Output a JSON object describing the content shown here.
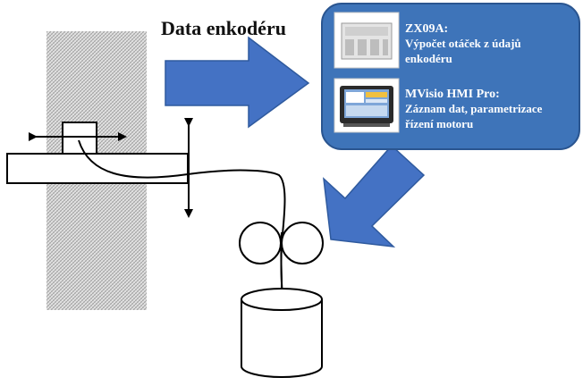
{
  "diagram": {
    "heading": "Data enkodéru",
    "devices": [
      {
        "name": "ZX09A:",
        "desc_line1": "Výpočet otáček z údajů",
        "desc_line2": "enkodéru"
      },
      {
        "name": "MVisio HMI Pro:",
        "desc_line1": "Záznam dat, parametrizace",
        "desc_line2": "řízení motoru"
      }
    ]
  },
  "colors": {
    "panel": "#3e74b9",
    "panel_border": "#2a5590",
    "arrow": "#4472c4",
    "arrow_border": "#2f5a9e",
    "wall_pattern": "#bdbdbd",
    "line": "#000000"
  }
}
